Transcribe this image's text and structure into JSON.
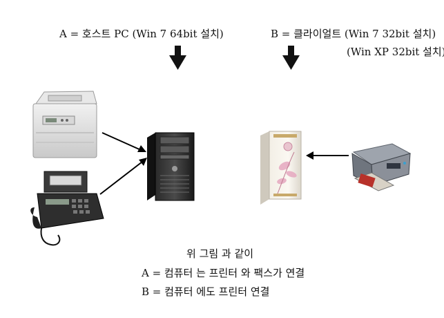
{
  "labels": {
    "a_line": "A = 호스트 PC (Win 7 64bit 설치)",
    "b_line1": "B = 클라이얼트 (Win 7 32bit 설치)",
    "b_line2": "(Win XP 32bit 설치)"
  },
  "captions": {
    "line1": "위  그림 과 같이",
    "line2": "A = 컴퓨터 는 프린터 와 팩스가 연결",
    "line3": "B = 컴퓨터 에도 프린터 연결"
  },
  "icons": {
    "laser_printer": "laser-printer-icon",
    "fax": "fax-machine-icon",
    "host_pc": "host-pc-tower-icon",
    "client_pc": "client-pc-tower-icon",
    "inkjet_printer": "inkjet-printer-icon"
  }
}
